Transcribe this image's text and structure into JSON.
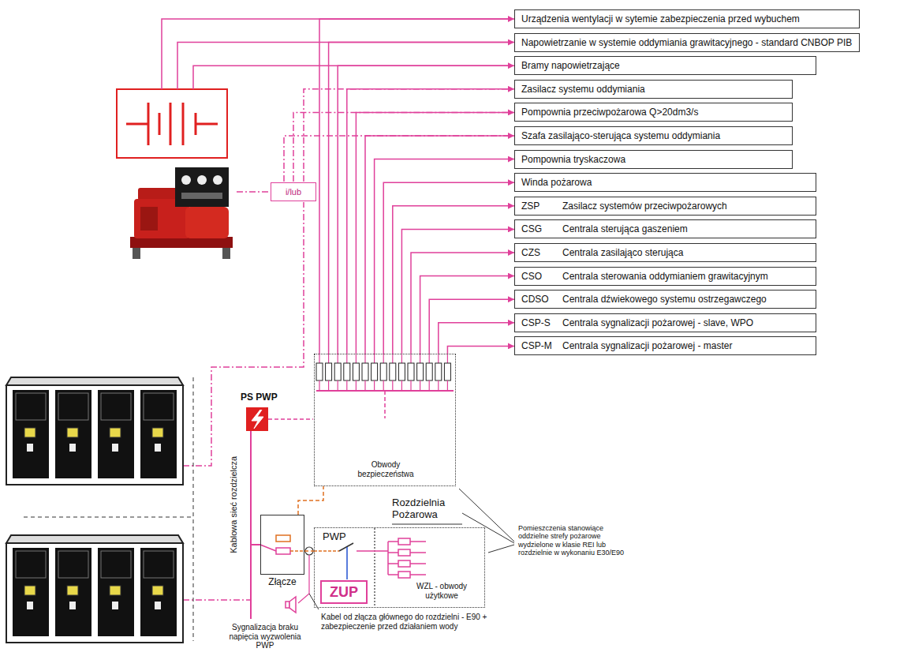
{
  "diagram": {
    "nodes": [
      {
        "text": [
          "Urządzenia wentylacji w sytemie zabezpieczenia przed wybuchem"
        ]
      },
      {
        "text": [
          "Napowietrzanie w systemie oddymiania grawitacyjnego - standard CNBOP PIB"
        ]
      },
      {
        "text": [
          "Bramy napowietrzające"
        ]
      },
      {
        "text": [
          "Zasilacz systemu oddymiania"
        ]
      },
      {
        "text": [
          "Pompownia przeciwpożarowa Q>20dm3/s"
        ]
      },
      {
        "text": [
          "Szafa zasilająco-sterująca systemu oddymiania"
        ]
      },
      {
        "text": [
          "Pompownia tryskaczowa"
        ]
      },
      {
        "text": [
          "Winda pożarowa"
        ]
      },
      {
        "text": [
          "ZSP",
          "Zasilacz systemów przeciwpożarowych"
        ]
      },
      {
        "text": [
          "CSG",
          "Centrala sterująca gaszeniem"
        ]
      },
      {
        "text": [
          "CZS",
          "Centrala zasilająco sterująca"
        ]
      },
      {
        "text": [
          "CSO",
          "Centrala sterowania oddymianiem grawitacyjnym"
        ]
      },
      {
        "text": [
          "CDSO",
          "Centrala dźwiekowego systemu ostrzegawczego"
        ]
      },
      {
        "text": [
          "CSP-S",
          "Centrala sygnalizacji pożarowej - slave, WPO"
        ]
      },
      {
        "text": [
          "CSP-M",
          "Centrala sygnalizacji pożarowej - master"
        ]
      },
      {
        "text": [
          "i/lub"
        ]
      },
      {
        "text": [
          "Obwody bezpieczeństwa"
        ]
      },
      {
        "text": [
          "PWP",
          "WZL - obwody użytkowe"
        ]
      },
      {
        "text": [
          "ZUP"
        ],
        "in": 17
      },
      {
        "text": [
          "Złącze"
        ]
      }
    ],
    "edges": [
      {
        "from": 16,
        "to": 0,
        "arrow": "to"
      },
      {
        "from": 16,
        "to": 1,
        "arrow": "to"
      },
      {
        "from": 16,
        "to": 2,
        "arrow": "to"
      },
      {
        "from": 16,
        "to": 3,
        "arrow": "to"
      },
      {
        "from": 16,
        "to": 4,
        "arrow": "to"
      },
      {
        "from": 16,
        "to": 5,
        "arrow": "to"
      },
      {
        "from": 16,
        "to": 6,
        "arrow": "to"
      },
      {
        "from": 16,
        "to": 7,
        "arrow": "to"
      },
      {
        "from": 16,
        "to": 8,
        "arrow": "to"
      },
      {
        "from": 16,
        "to": 9,
        "arrow": "to"
      },
      {
        "from": 16,
        "to": 10,
        "arrow": "to"
      },
      {
        "from": 16,
        "to": 11,
        "arrow": "to"
      },
      {
        "from": 16,
        "to": 12,
        "arrow": "to"
      },
      {
        "from": 16,
        "to": 13,
        "arrow": "to"
      },
      {
        "from": 16,
        "to": 14,
        "arrow": "to"
      },
      {
        "from": 19,
        "to": 16,
        "arrow": "none"
      },
      {
        "from": 19,
        "to": 17,
        "arrow": "none"
      }
    ],
    "labels": [
      "PS PWP",
      "Kablowa sieć rozdzielcza",
      "Rozdzielnia Pożarowa",
      "Pomieszczenia stanowiące oddzielne strefy pożarowe wydzielone w klasie REI lub rozdzielnie w wykonaniu E30/E90",
      "Kabel od złącza głównego do rozdzielni - E90 + zabezpieczenie przed działaniem wody",
      "Sygnalizacja braku napięcia wyzwolenia PWP"
    ]
  }
}
